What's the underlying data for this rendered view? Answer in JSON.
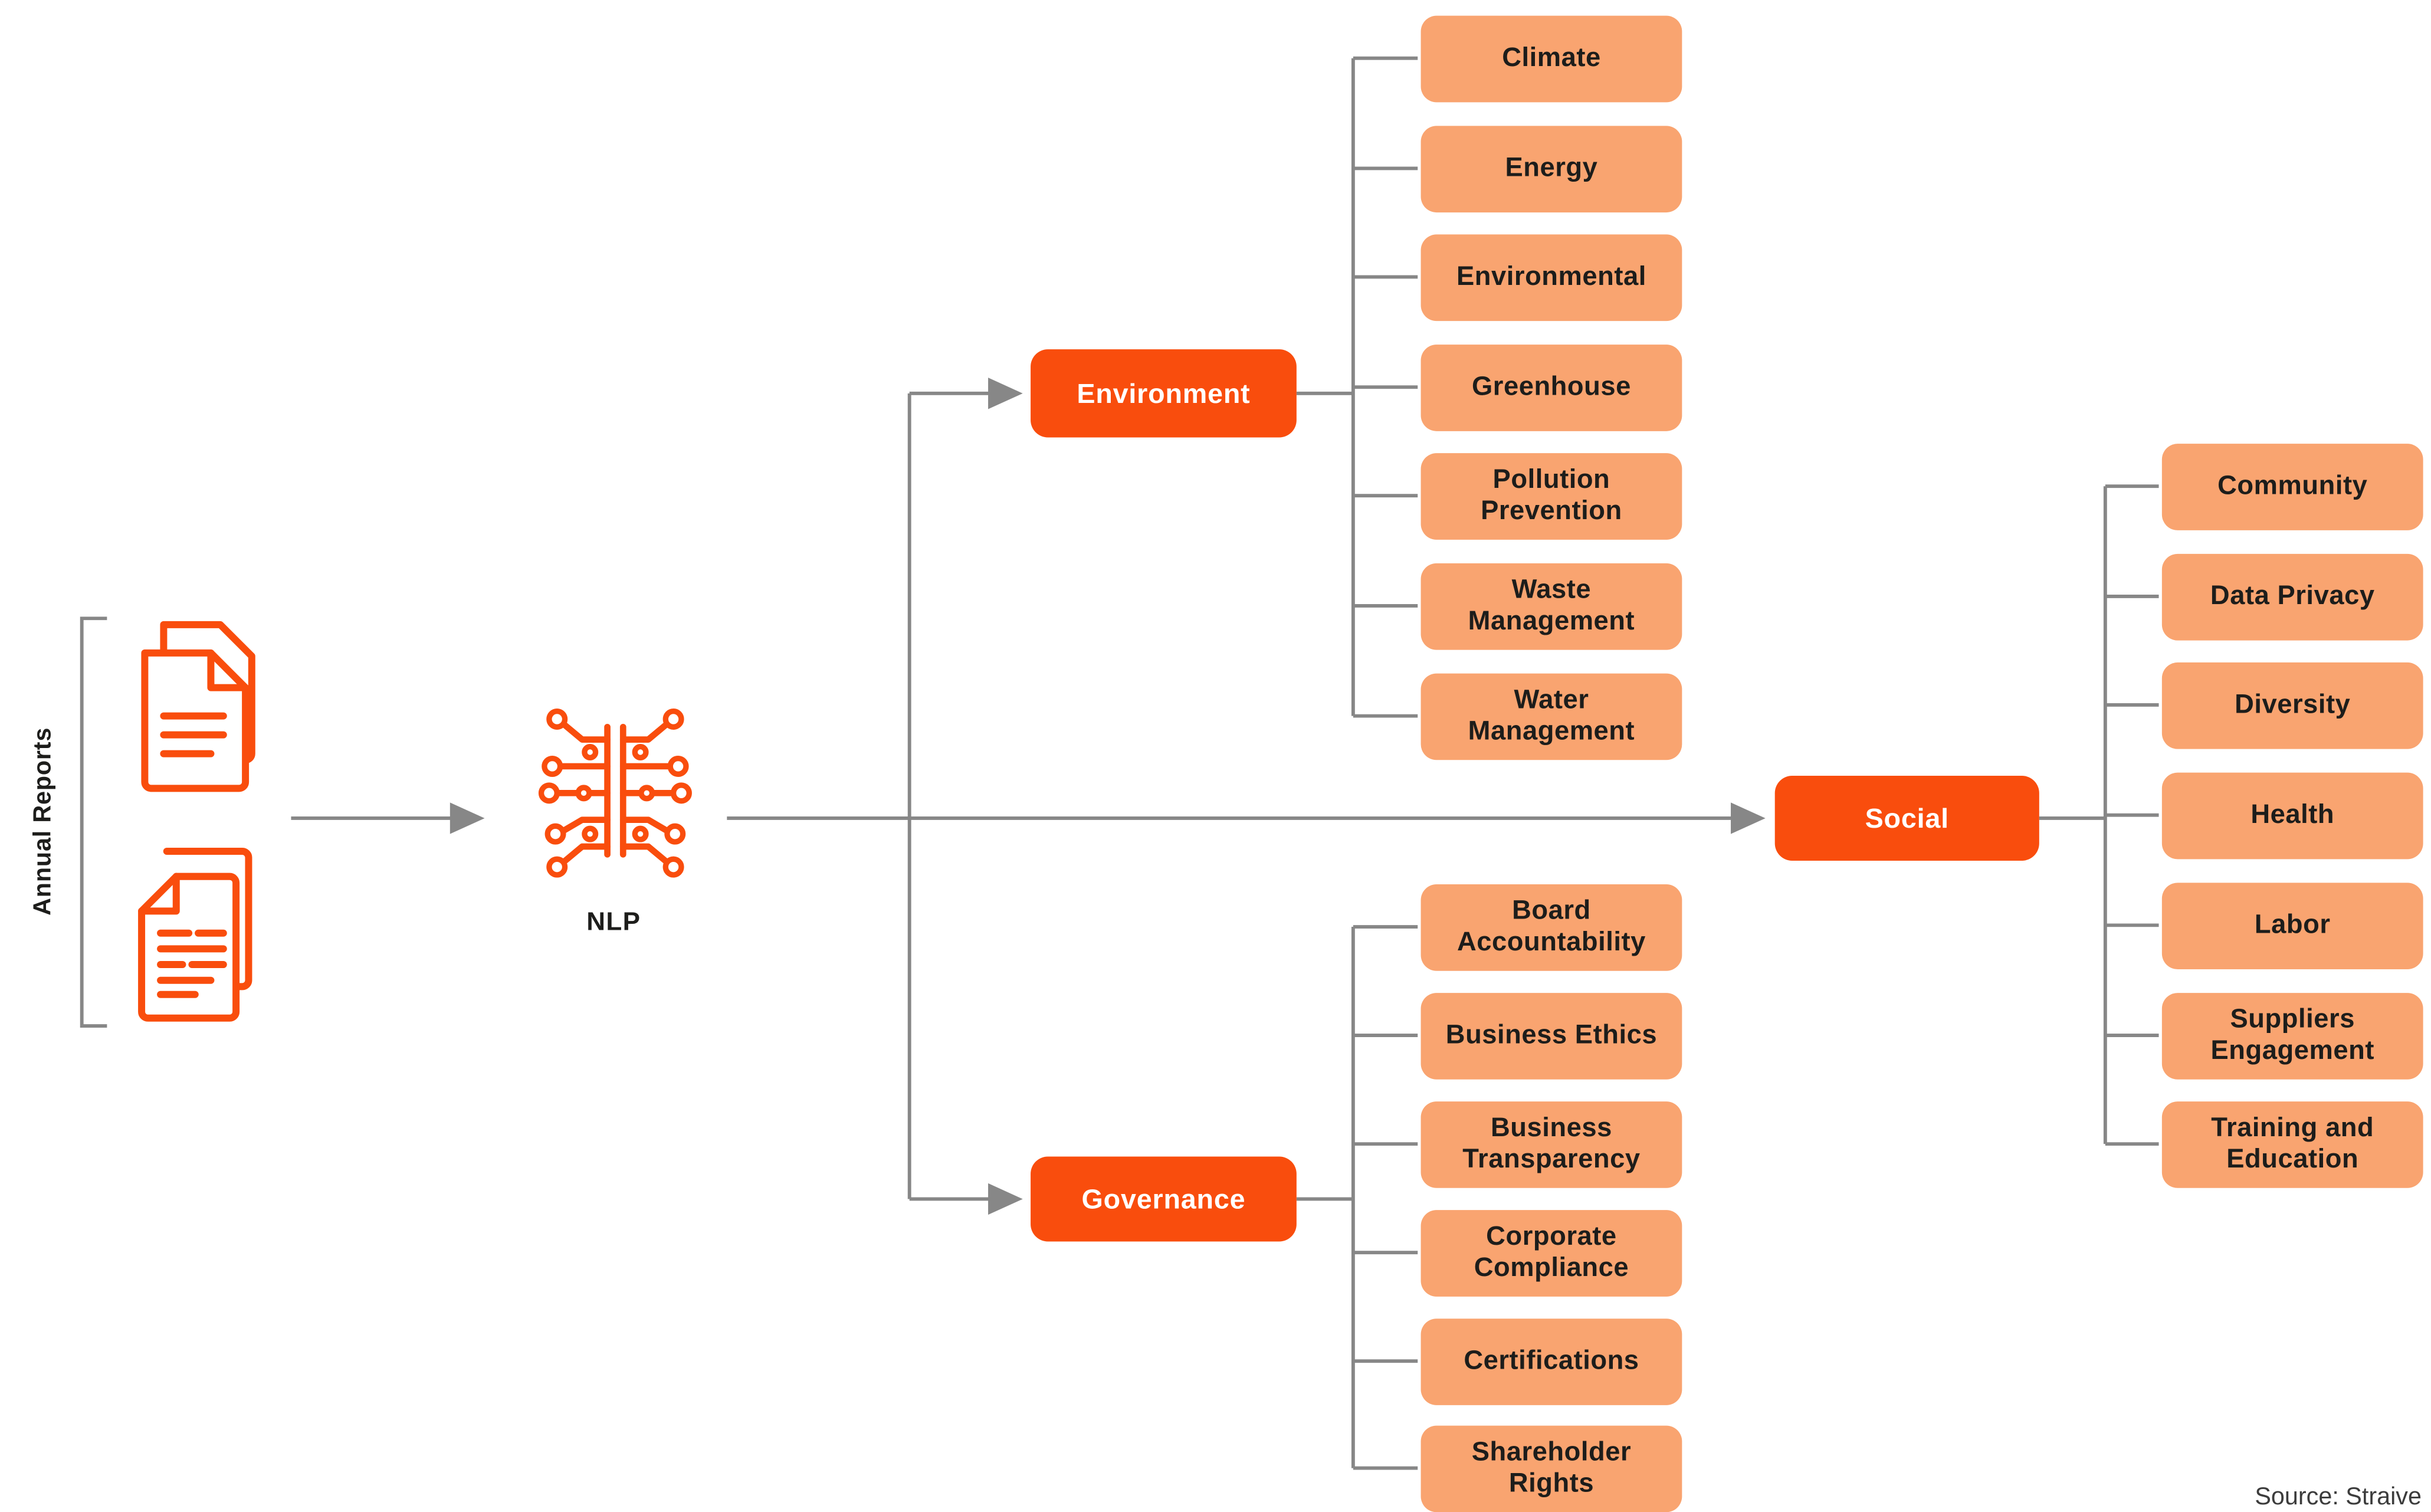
{
  "diagram": {
    "source_note": "Source: Straive",
    "input": {
      "label": "Annual Reports",
      "icon_top": "document-stack-icon",
      "icon_bottom": "document-text-icon"
    },
    "processor": {
      "label": "NLP",
      "icon": "neural-network-icon"
    },
    "categories": [
      {
        "label": "Environment",
        "items": [
          "Climate",
          "Energy",
          "Environmental",
          "Greenhouse",
          "Pollution Prevention",
          "Waste Management",
          "Water Management"
        ]
      },
      {
        "label": "Social",
        "items": [
          "Community",
          "Data Privacy",
          "Diversity",
          "Health",
          "Labor",
          "Suppliers Engagement",
          "Training and Education"
        ]
      },
      {
        "label": "Governance",
        "items": [
          "Board Accountability",
          "Business Ethics",
          "Business Transparency",
          "Corporate Compliance",
          "Certifications",
          "Shareholder Rights"
        ]
      }
    ],
    "colors": {
      "primary_orange": "#F94D0D",
      "light_orange": "#F9A470",
      "connector_gray": "#878787",
      "text_dark": "#1D1D1B"
    }
  }
}
